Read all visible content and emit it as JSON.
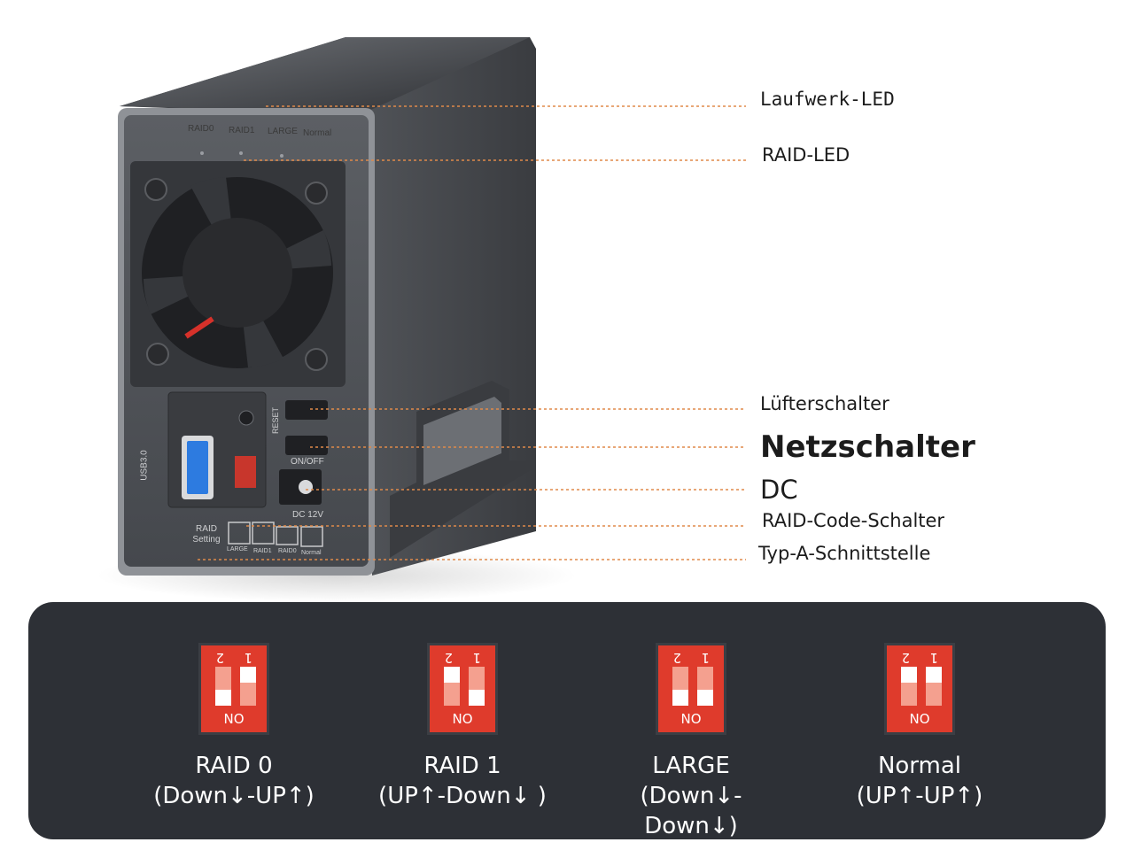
{
  "device": {
    "top_labels": [
      "RAID0",
      "RAID1",
      "LARGE",
      "Normal"
    ],
    "port_label": "USB3.0",
    "reset_label": "RESET",
    "onoff_label": "ON/OFF",
    "dc_label": "DC 12V",
    "raid_setting_label": "RAID Setting",
    "mini_labels": [
      "LARGE",
      "RAID1",
      "RAID0",
      "Normal"
    ]
  },
  "callouts": [
    {
      "text": "Laufwerk-LED"
    },
    {
      "text": "RAID-LED"
    },
    {
      "text": "Lüfterschalter"
    },
    {
      "text": "Netzschalter"
    },
    {
      "text": "DC"
    },
    {
      "text": "RAID-Code-Schalter"
    },
    {
      "text": "Typ-A-Schnittstelle"
    }
  ],
  "modes": [
    {
      "name": "RAID 0",
      "desc": "(Down↓-UP↑)",
      "switch1": "up",
      "switch2": "down"
    },
    {
      "name": "RAID 1",
      "desc": "(UP↑-Down↓ )",
      "switch1": "down",
      "switch2": "up"
    },
    {
      "name": "LARGE",
      "desc": "(Down↓-Down↓)",
      "switch1": "down",
      "switch2": "down"
    },
    {
      "name": "Normal",
      "desc": "(UP↑-UP↑)",
      "switch1": "up",
      "switch2": "up"
    }
  ],
  "dip_labels": {
    "one": "1",
    "two": "2",
    "no": "NO"
  },
  "colors": {
    "panel": "#2d3036",
    "dip_red": "#df3b2c",
    "callout_line": "#e08a4a"
  }
}
